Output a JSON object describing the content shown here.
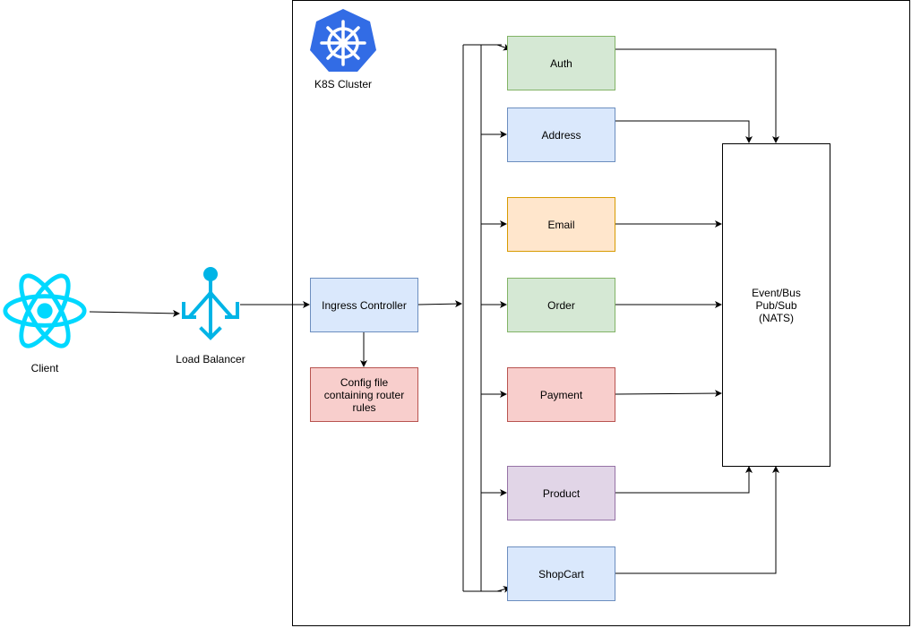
{
  "client": {
    "label": "Client"
  },
  "load_balancer": {
    "label": "Load Balancer"
  },
  "cluster": {
    "label": "K8S Cluster"
  },
  "ingress": {
    "label": "Ingress Controller"
  },
  "config": {
    "label": "Config file containing router rules"
  },
  "services": {
    "auth": "Auth",
    "address": "Address",
    "email": "Email",
    "order": "Order",
    "payment": "Payment",
    "product": "Product",
    "shopcart": "ShopCart"
  },
  "event_bus": {
    "line1": "Event/Bus",
    "line2": "Pub/Sub",
    "line3": "(NATS)"
  },
  "colors": {
    "react": "#00d8ff",
    "load_balancer": "#00b4e6",
    "k8s": "#326ce5",
    "blue_fill": "#dae8fc",
    "blue_stroke": "#6c8ebf",
    "green_fill": "#d5e8d4",
    "green_stroke": "#82b366",
    "orange_fill": "#ffe6cc",
    "orange_stroke": "#d79b00",
    "red_fill": "#f8cecc",
    "red_stroke": "#b85450",
    "purple_fill": "#e1d5e7",
    "purple_stroke": "#9673a6"
  }
}
